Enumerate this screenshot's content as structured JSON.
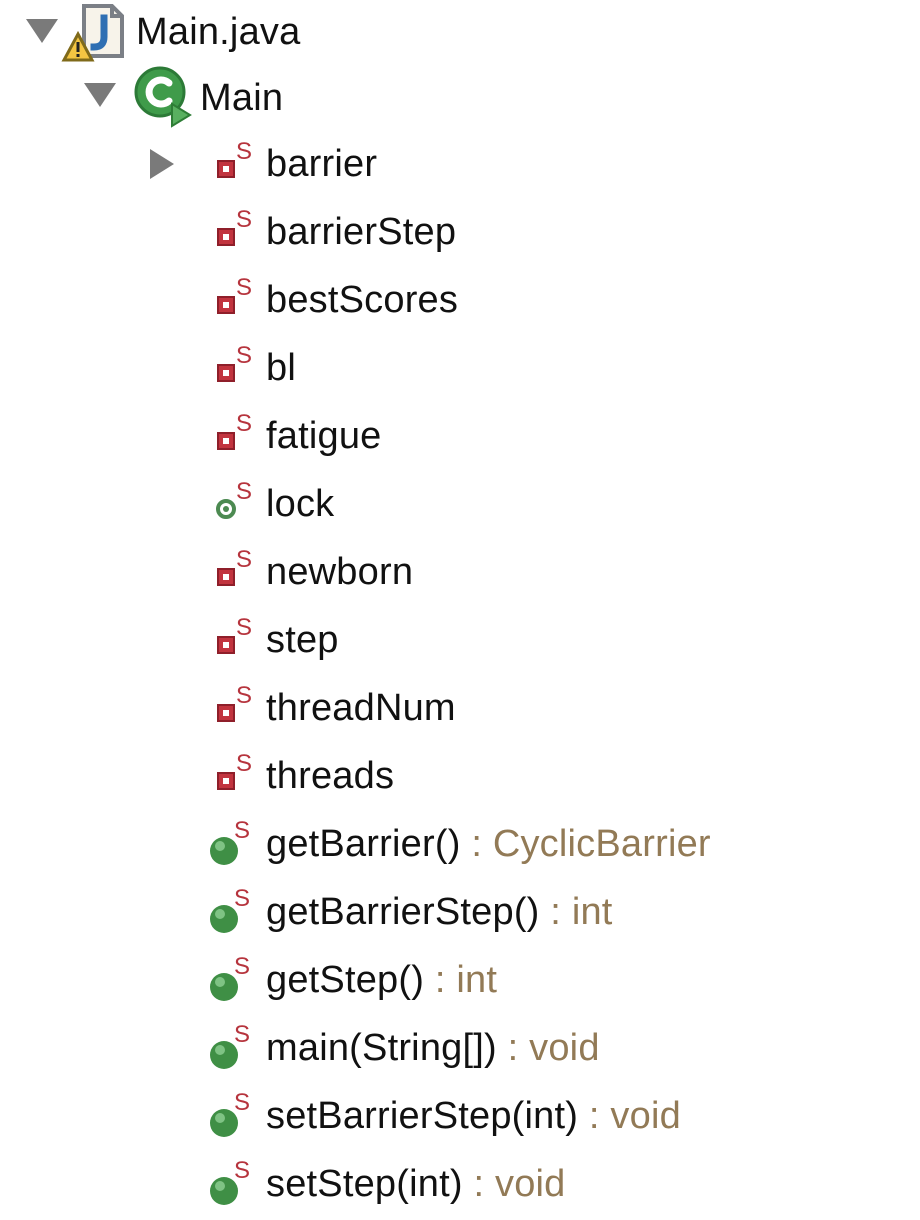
{
  "tree": {
    "file": {
      "label": "Main.java",
      "icon": "java-file-warning-icon",
      "expanded": true
    },
    "class": {
      "label": "Main",
      "icon": "class-runnable-icon",
      "expanded": true
    },
    "fields": [
      {
        "label": "barrier",
        "icon": "private-static-field-icon",
        "expandable": true
      },
      {
        "label": "barrierStep",
        "icon": "private-static-field-icon"
      },
      {
        "label": "bestScores",
        "icon": "private-static-field-icon"
      },
      {
        "label": "bl",
        "icon": "private-static-field-icon"
      },
      {
        "label": "fatigue",
        "icon": "private-static-field-icon"
      },
      {
        "label": "lock",
        "icon": "public-static-field-icon"
      },
      {
        "label": "newborn",
        "icon": "private-static-field-icon"
      },
      {
        "label": "step",
        "icon": "private-static-field-icon"
      },
      {
        "label": "threadNum",
        "icon": "private-static-field-icon"
      },
      {
        "label": "threads",
        "icon": "private-static-field-icon"
      }
    ],
    "methods": [
      {
        "name": "getBarrier()",
        "separator": " : ",
        "type": "CyclicBarrier",
        "icon": "public-static-method-icon"
      },
      {
        "name": "getBarrierStep()",
        "separator": " : ",
        "type": "int",
        "icon": "public-static-method-icon"
      },
      {
        "name": "getStep()",
        "separator": " : ",
        "type": "int",
        "icon": "public-static-method-icon"
      },
      {
        "name": "main(String[])",
        "separator": " : ",
        "type": "void",
        "icon": "public-static-method-icon"
      },
      {
        "name": "setBarrierStep(int)",
        "separator": " : ",
        "type": "void",
        "icon": "public-static-method-icon"
      },
      {
        "name": "setStep(int)",
        "separator": " : ",
        "type": "void",
        "icon": "public-static-method-icon"
      }
    ]
  },
  "colors": {
    "private_field": "#c2343f",
    "public_field": "#4c8a51",
    "method": "#3f8f45",
    "static_marker": "#b6343d",
    "type": "#927a56",
    "toggle": "#7a7a7a",
    "java_file": "#2f6fb3",
    "warning": "#f4c542"
  }
}
